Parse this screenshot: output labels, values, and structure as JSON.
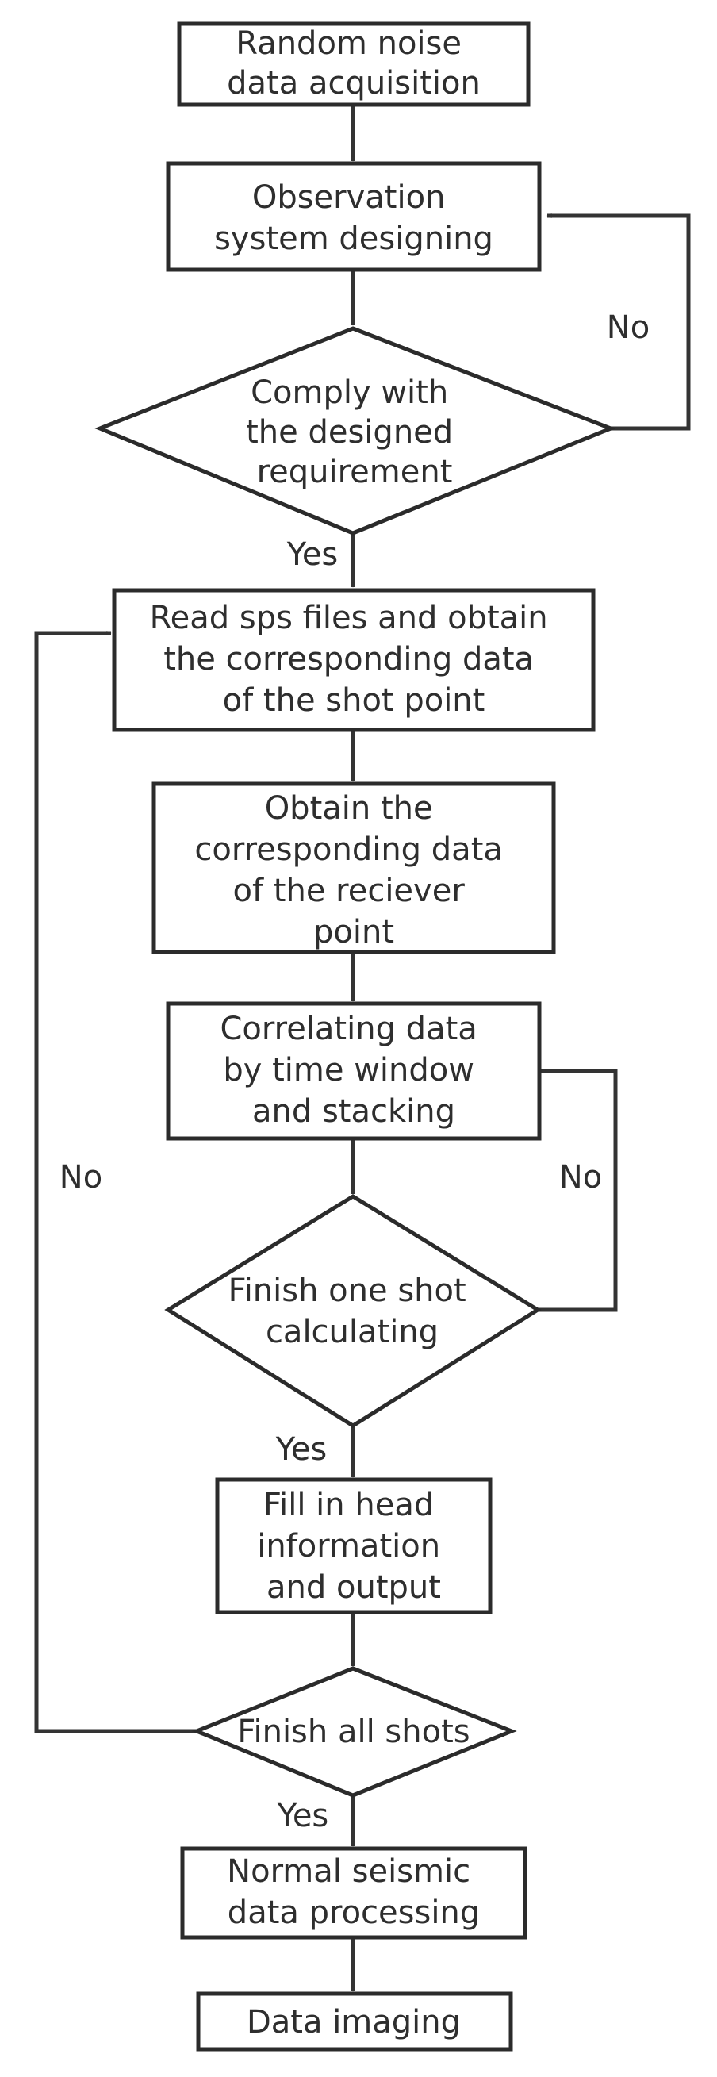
{
  "nodes": {
    "acquisition": [
      "Random noise",
      "data acquisition"
    ],
    "observation": [
      "Observation",
      "system designing"
    ],
    "comply": [
      "Comply with",
      "the designed",
      "requirement"
    ],
    "read_sps": [
      "Read sps files and obtain",
      "the corresponding data",
      "of the shot point"
    ],
    "receiver": [
      "Obtain the",
      "corresponding data",
      "of the reciever",
      "point"
    ],
    "correlate": [
      "Correlating data",
      "by time window",
      "and stacking"
    ],
    "finish_one": [
      "Finish one shot",
      "calculating"
    ],
    "fill_head": [
      "Fill in head",
      "information",
      "and output"
    ],
    "finish_all": [
      "Finish all shots"
    ],
    "normal": [
      "Normal seismic",
      "data processing"
    ],
    "imaging": [
      "Data imaging"
    ]
  },
  "labels": {
    "no": "No",
    "yes": "Yes"
  }
}
